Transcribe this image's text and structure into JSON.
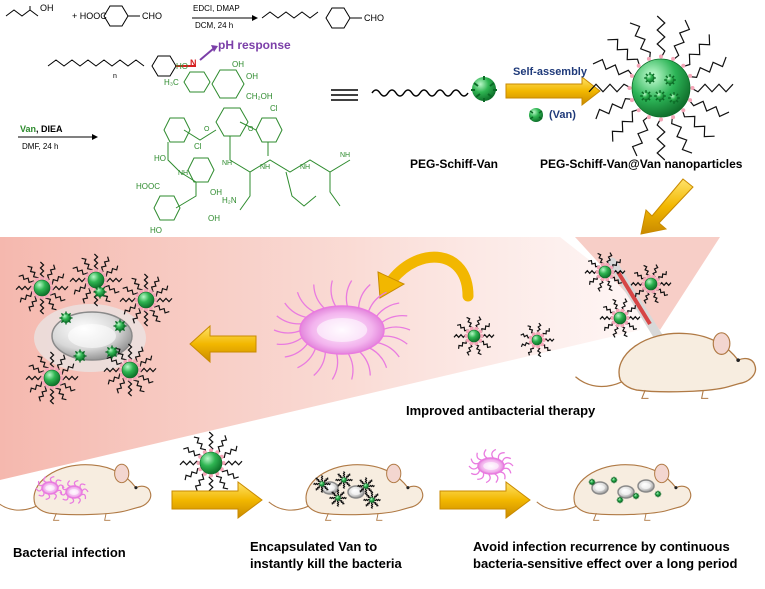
{
  "chemistry": {
    "reagents1": "EDCI, DMAP",
    "solvent1": "DCM, 24 h",
    "cho_label1": "CHO",
    "cho_label2": "CHO",
    "hooc_label": "+ HOOC",
    "oh_label": "OH",
    "ph_response": "pH response",
    "reagents2_van": "Van",
    "reagents2_rest": ", DIEA",
    "solvent2": "DMF, 24 h",
    "n_label": "N",
    "cooh_label": "HOOC",
    "oh_labels": [
      "HO",
      "OH",
      "OH",
      "CH₂OH",
      "HO",
      "OH",
      "HO",
      "OH"
    ],
    "cl_labels": [
      "Cl",
      "Cl"
    ],
    "nh_labels": [
      "NH",
      "NH",
      "NH",
      "NH",
      "NH",
      "NH",
      "N"
    ],
    "o_labels": [
      "O",
      "O",
      "O",
      "O"
    ],
    "h2n_label": "H₂N",
    "ch3_label": "H₃C",
    "n_sub": "n"
  },
  "labels": {
    "self_assembly": "Self-assembly",
    "van_legend": "(Van)",
    "peg_schiff_van": "PEG-Schiff-Van",
    "nanoparticles": "PEG-Schiff-Van@Van nanoparticles",
    "improved_therapy": "Improved antibacterial therapy",
    "bacterial_infection": "Bacterial infection",
    "encapsulated_line1": "Encapsulated Van to",
    "encapsulated_line2": "instantly kill the bacteria",
    "avoid_line1": "Avoid infection recurrence by continuous",
    "avoid_line2": "bacteria-sensitive effect over a long period"
  },
  "colors": {
    "chem_green": "#2e8b2e",
    "arrow_gold": "#f2b700",
    "ph_purple": "#7b3fa8",
    "bacteria_pink": "#e97be0",
    "np_green": "#1f9a3a",
    "backdrop_pink": "#f7c9c0",
    "mouse_skin": "#f7ede0",
    "mouse_outline": "#b07a45",
    "self_assembly_text": "#1f3a7a"
  }
}
